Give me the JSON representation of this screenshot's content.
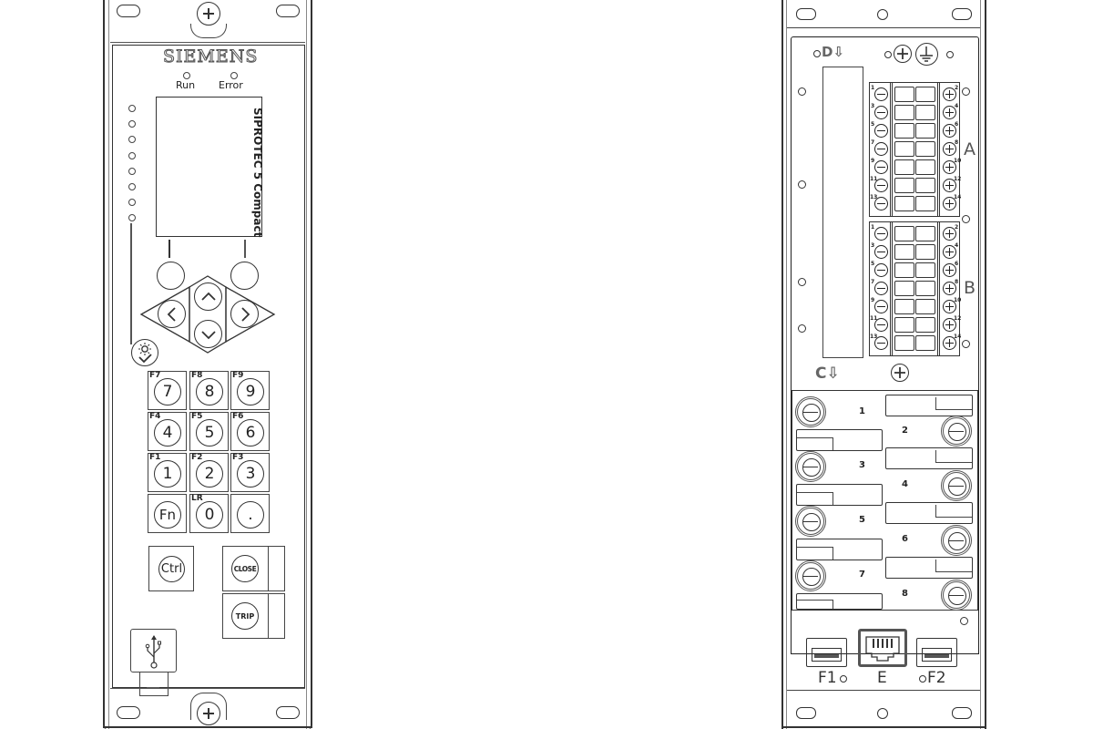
{
  "front_panel": {
    "brand": "SIEMENS",
    "leds_top": [
      {
        "label": "Run"
      },
      {
        "label": "Error"
      }
    ],
    "product_name": "SIPROTEC 5 Compact",
    "side_led_count": 8,
    "nav_keys": {
      "up": "^",
      "down": "v",
      "left": "<",
      "right": ">"
    },
    "keypad": [
      {
        "key": "7",
        "fn": "F7"
      },
      {
        "key": "8",
        "fn": "F8"
      },
      {
        "key": "9",
        "fn": "F9"
      },
      {
        "key": "4",
        "fn": "F4"
      },
      {
        "key": "5",
        "fn": "F5"
      },
      {
        "key": "6",
        "fn": "F6"
      },
      {
        "key": "1",
        "fn": "F1"
      },
      {
        "key": "2",
        "fn": "F2"
      },
      {
        "key": "3",
        "fn": "F3"
      },
      {
        "key": "Fn",
        "fn": ""
      },
      {
        "key": "0",
        "fn": "LR"
      },
      {
        "key": ".",
        "fn": ""
      }
    ],
    "ctrl_label": "Ctrl",
    "close_label": "CLOSE",
    "trip_label": "TRIP",
    "usb_icon": "usb-icon",
    "reset_icon": "led-reset-check-icon"
  },
  "rear_panel": {
    "slot_d_label": "D⇩",
    "slot_c_label": "C⇩",
    "terminal_block_a": {
      "label": "A",
      "left_pins": [
        "1",
        "3",
        "5",
        "7",
        "9",
        "11",
        "13"
      ],
      "right_pins": [
        "2",
        "4",
        "6",
        "8",
        "10",
        "12",
        "14"
      ]
    },
    "terminal_block_b": {
      "label": "B",
      "left_pins": [
        "1",
        "3",
        "5",
        "7",
        "9",
        "11",
        "13"
      ],
      "right_pins": [
        "2",
        "4",
        "6",
        "8",
        "10",
        "12",
        "14"
      ]
    },
    "current_terminals": [
      "1",
      "2",
      "3",
      "4",
      "5",
      "6",
      "7",
      "8"
    ],
    "ports": [
      {
        "label": "F1",
        "type": "sfp"
      },
      {
        "label": "E",
        "type": "rj45"
      },
      {
        "label": "F2",
        "type": "sfp"
      }
    ],
    "ground_icon": "protective-earth-icon"
  }
}
